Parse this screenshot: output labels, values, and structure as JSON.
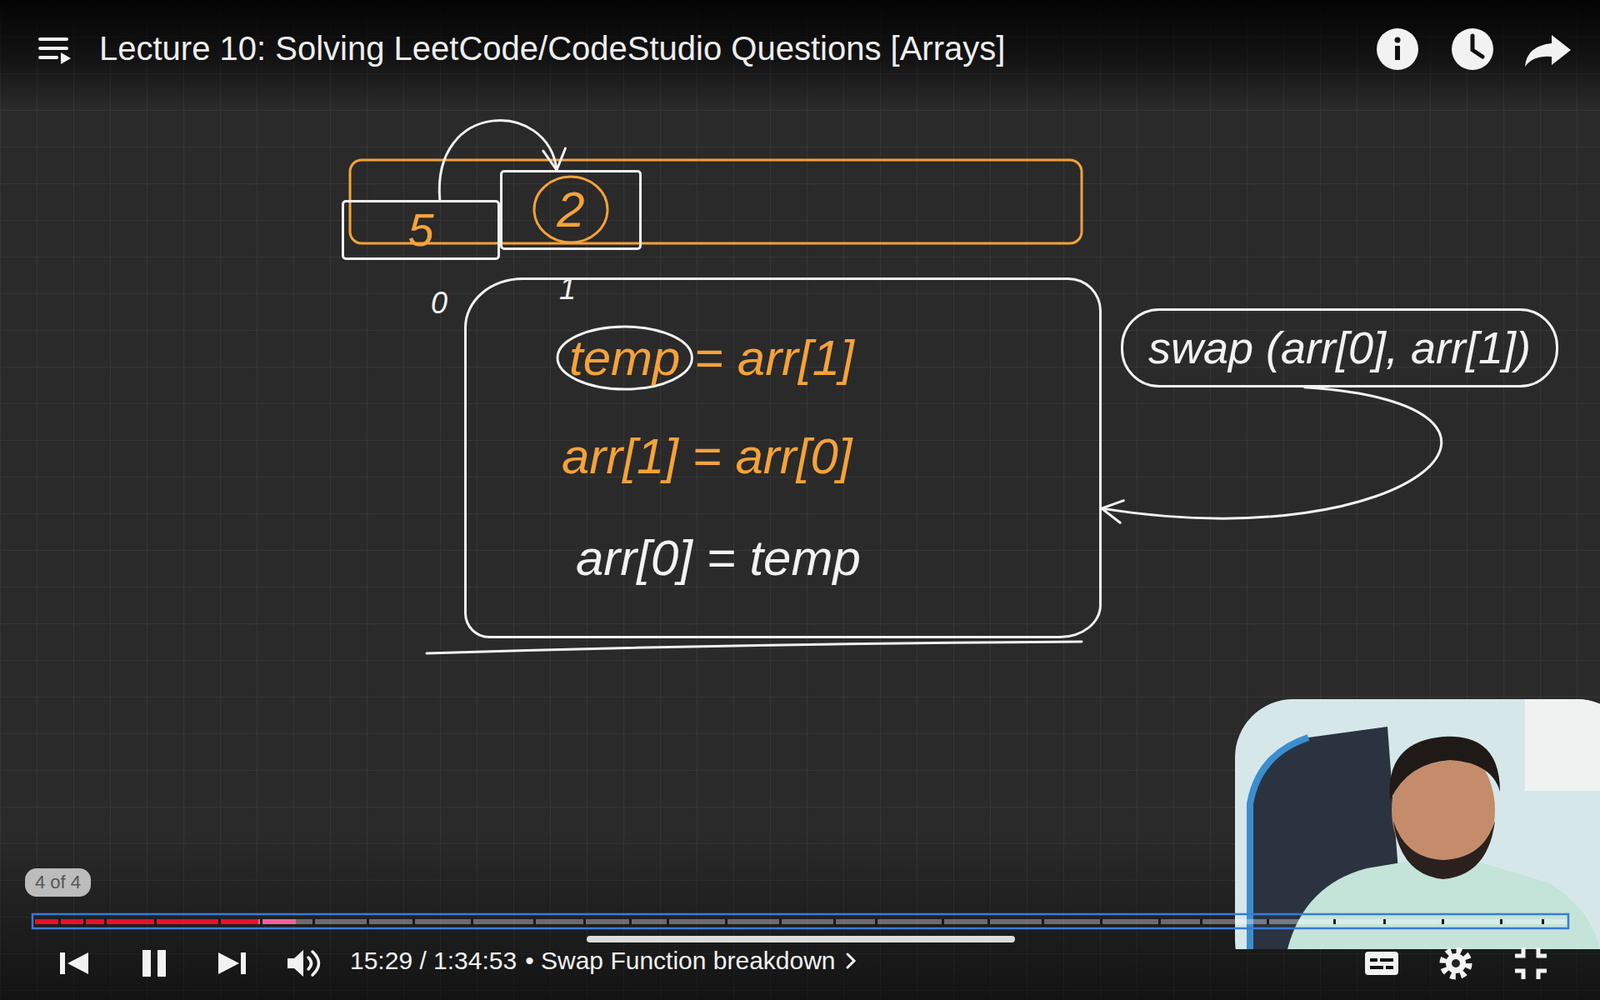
{
  "diagram": {
    "title": "Lecture 10: Solving LeetCode/CodeStudio Questions [Arrays]",
    "nodes": [
      {
        "text": [
          "5"
        ]
      },
      {
        "text": [
          "2"
        ]
      },
      {
        "text": [
          "temp = arr[1]",
          "arr[1] = arr[0]",
          "arr[0] = temp"
        ]
      },
      {
        "text": [
          "swap (arr[0], arr[1])"
        ]
      }
    ],
    "edges": [
      {
        "from": 0,
        "to": 1,
        "arrow": "to"
      },
      {
        "from": 3,
        "to": 2,
        "arrow": "to"
      }
    ],
    "labels": [
      "0",
      "1",
      "4 of 4",
      "15:29 / 1:34:53",
      "• Swap Function breakdown"
    ]
  }
}
